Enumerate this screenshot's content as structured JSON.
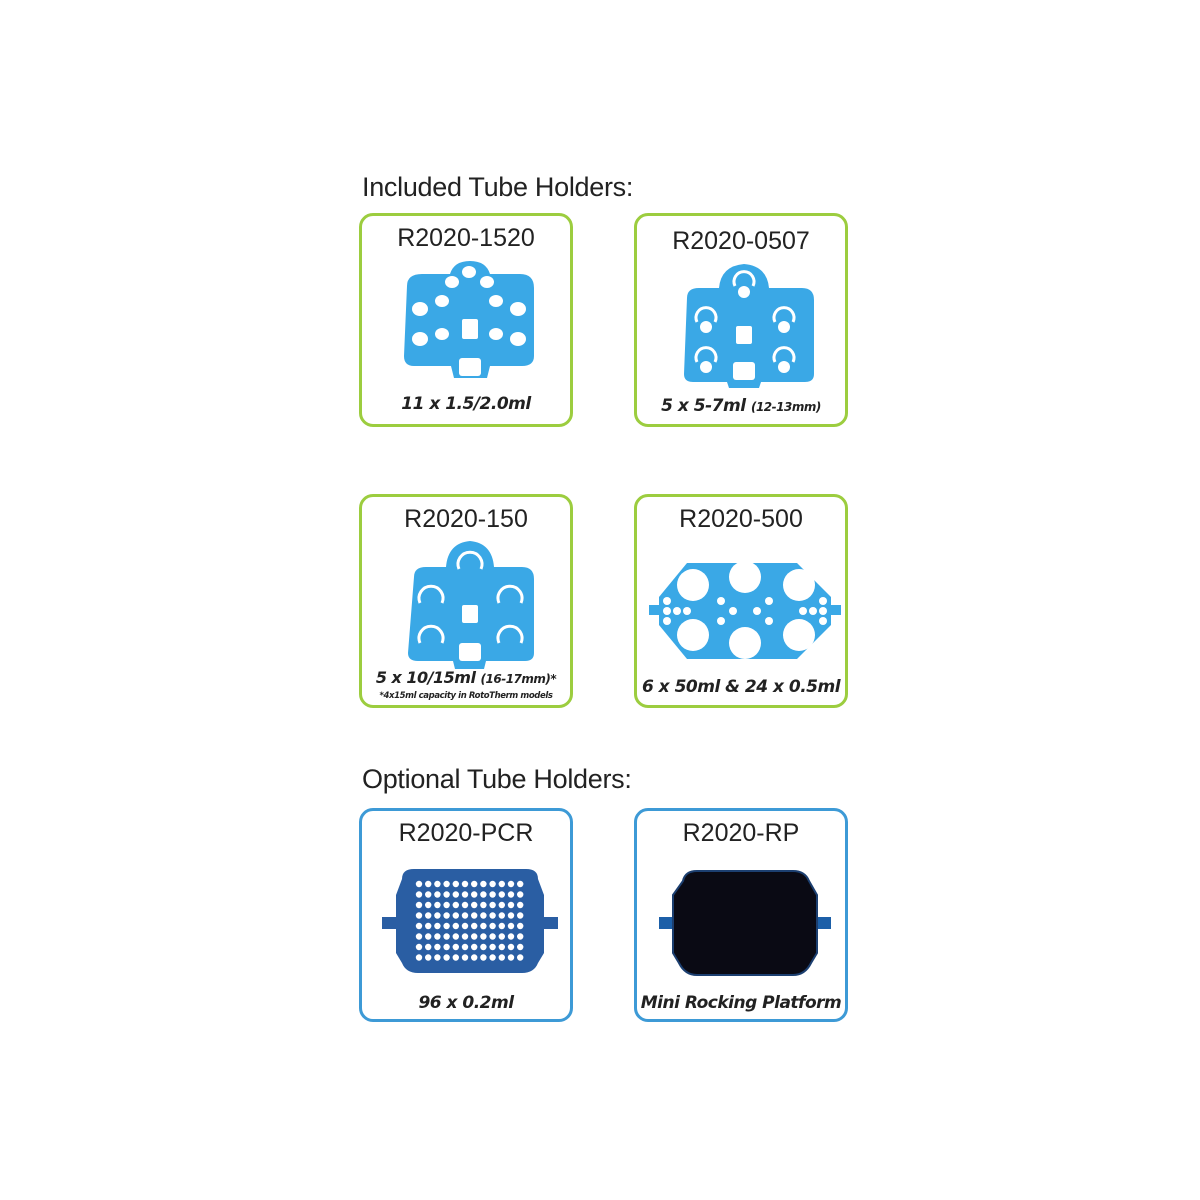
{
  "included_title": "Included Tube Holders:",
  "optional_title": "Optional Tube Holders:",
  "included": [
    {
      "code": "R2020-1520",
      "capacity": "11 x 1.5/2.0ml"
    },
    {
      "code": "R2020-0507",
      "capacity": "5 x 5-7ml",
      "capacity_sub": "(12-13mm)"
    },
    {
      "code": "R2020-150",
      "capacity": "5 x 10/15ml",
      "capacity_sub": "(16-17mm)*",
      "note": "*4x15ml capacity in RotoTherm models"
    },
    {
      "code": "R2020-500",
      "capacity": "6 x 50ml & 24 x 0.5ml"
    }
  ],
  "optional": [
    {
      "code": "R2020-PCR",
      "capacity": "96 x 0.2ml"
    },
    {
      "code": "R2020-RP",
      "capacity": "Mini Rocking Platform"
    }
  ],
  "colors": {
    "included_border": "#9ccd3f",
    "optional_border": "#3d9ad6",
    "holder_blue": "#3aa8e6",
    "pcr_blue": "#2a5ea3",
    "rp_black": "#0a0a14"
  }
}
